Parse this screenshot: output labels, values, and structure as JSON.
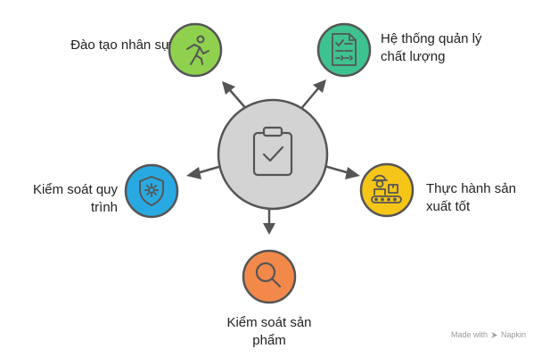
{
  "center": {
    "icon": "clipboard-check-icon",
    "color": "#d3d3d3"
  },
  "nodes": [
    {
      "id": "training",
      "lines": [
        "Đào tạo nhân sự"
      ],
      "icon": "runner-icon",
      "color": "#8fd14f"
    },
    {
      "id": "quality-system",
      "lines": [
        "Hệ thống quản lý",
        "chất lượng"
      ],
      "icon": "checklist-icon",
      "color": "#3ec28f"
    },
    {
      "id": "process-control",
      "lines": [
        "Kiểm soát quy",
        "trình"
      ],
      "icon": "shield-gear-icon",
      "color": "#28a9e1"
    },
    {
      "id": "gmp",
      "lines": [
        "Thực hành sản",
        "xuất tốt"
      ],
      "icon": "worker-conveyor-icon",
      "color": "#f5c518"
    },
    {
      "id": "product-control",
      "lines": [
        "Kiểm soát sản",
        "phẩm"
      ],
      "icon": "magnifier-icon",
      "color": "#f2894a"
    }
  ],
  "watermark": {
    "prefix": "Made with",
    "brand": "Napkin"
  }
}
